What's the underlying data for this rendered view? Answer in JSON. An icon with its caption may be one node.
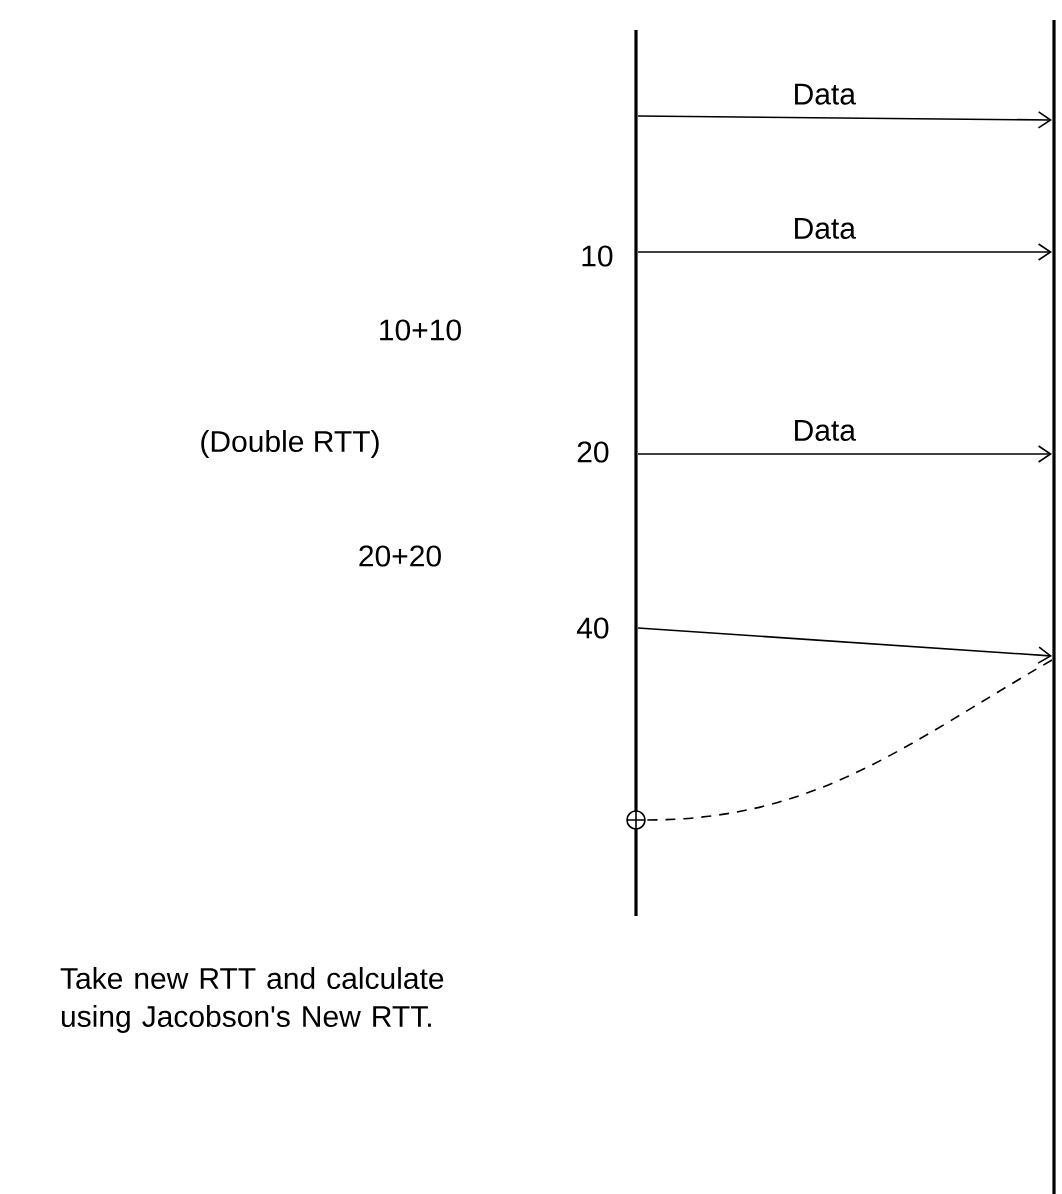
{
  "diagram": {
    "nodes": [
      {
        "text": [],
        "shape": "line"
      },
      {
        "text": [],
        "shape": "line"
      },
      {
        "text": [],
        "shape": "circle"
      }
    ],
    "edges": [
      {
        "from": 0,
        "to": 1,
        "arrow": "to",
        "label": "Data"
      },
      {
        "from": 0,
        "to": 1,
        "arrow": "to",
        "label": "Data"
      },
      {
        "from": 0,
        "to": 1,
        "arrow": "to",
        "label": "Data"
      },
      {
        "from": 0,
        "to": 1,
        "arrow": "to"
      },
      {
        "from": 1,
        "to": 2,
        "arrow": "none",
        "style": "dashed"
      }
    ],
    "labels": [
      "10",
      "10+10",
      "(Double RTT)",
      "20",
      "20+20",
      "40",
      "Take new RTT and calculate using Jacobson's New RTT."
    ]
  }
}
